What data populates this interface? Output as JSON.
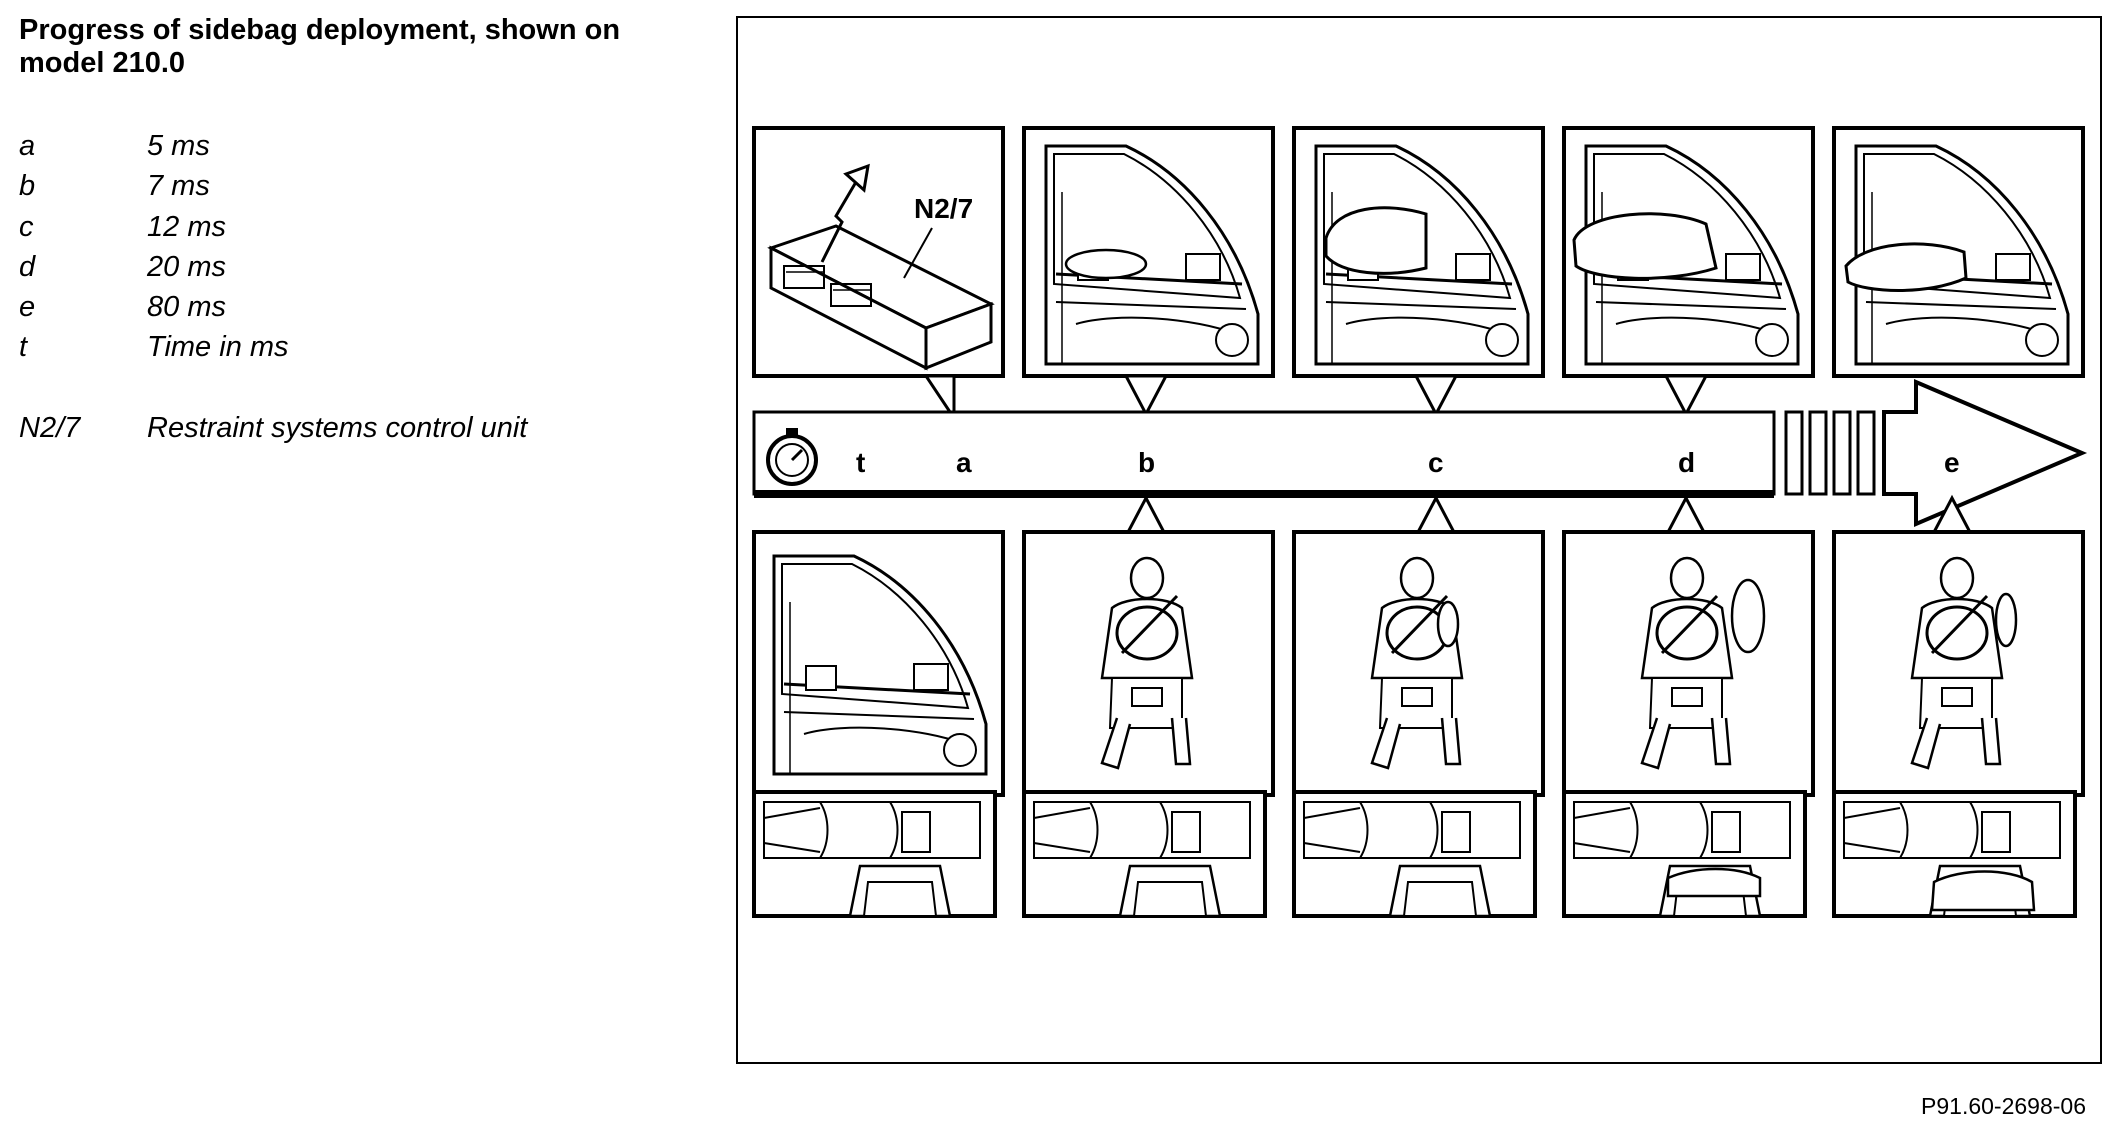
{
  "title": "Progress of sidebag deployment, shown on model 210.0",
  "legend": [
    {
      "code": "a",
      "text": "5 ms"
    },
    {
      "code": "b",
      "text": "7 ms"
    },
    {
      "code": "c",
      "text": "12 ms"
    },
    {
      "code": "d",
      "text": "20 ms"
    },
    {
      "code": "e",
      "text": "80 ms"
    },
    {
      "code": "t",
      "text": "Time in ms"
    },
    {
      "code": "",
      "text": ""
    },
    {
      "code": "N2/7",
      "text": "Restraint systems control unit"
    }
  ],
  "figure": {
    "timeline_labels": {
      "t": "t",
      "a": "a",
      "b": "b",
      "c": "c",
      "d": "d",
      "e": "e"
    },
    "control_unit_label": "N2/7"
  },
  "reference": "P91.60-2698-06"
}
